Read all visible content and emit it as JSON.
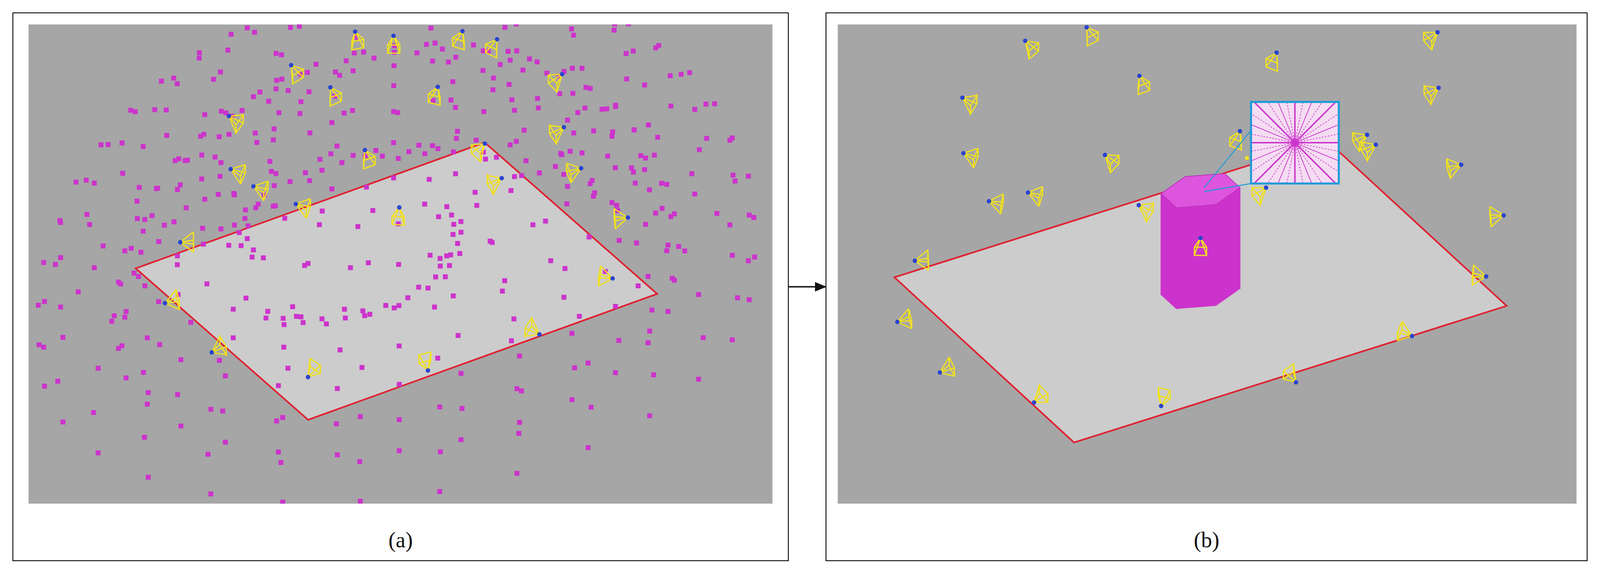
{
  "diagram": {
    "nodes": [
      {
        "text": [
          "(a)"
        ]
      },
      {
        "text": [
          "(b)"
        ]
      }
    ],
    "edges": [
      {
        "from": 0,
        "to": 1,
        "arrow": "to"
      }
    ]
  }
}
